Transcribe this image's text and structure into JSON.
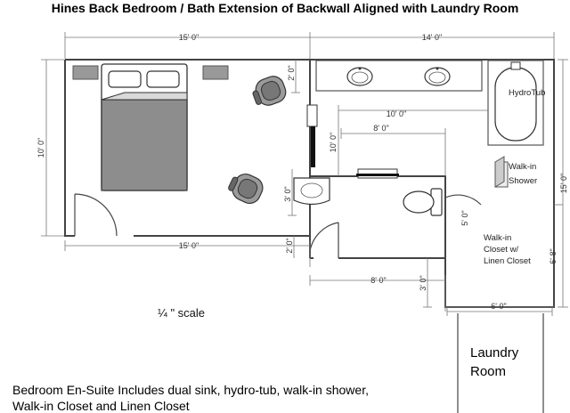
{
  "title": "Hines Back Bedroom / Bath Extension of Backwall Aligned with Laundry Room",
  "dimensions": {
    "bedroom_width_top": "15' 0\"",
    "bath_width_top": "14' 0\"",
    "bedroom_height": "10' 0\"",
    "bedroom_width_bottom": "15' 0\"",
    "closet_gap": "2' 0\"",
    "chair_gap": "3' 0\"",
    "sink_wall": "10' 0\"",
    "bath_depth": "10' 0\"",
    "toilet_room_width": "8' 0\"",
    "hall_width": "2' 0\"",
    "closet_width": "8' 0\"",
    "closet_depth": "3' 0\"",
    "door_offset": "5' 0\"",
    "right_total": "15' 0\"",
    "right_lower": "6' 8\"",
    "laundry_width": "6' 0\""
  },
  "labels": {
    "hydrotub": "HydroTub",
    "walkin_line1": "Walk-in",
    "walkin_line2": "Shower",
    "closet_line1": "Walk-in",
    "closet_line2": "Closet w/",
    "closet_line3": "Linen Closet",
    "laundry_line1": "Laundry",
    "laundry_line2": "Room"
  },
  "scale_note": "¼ \" scale",
  "caption_line1": "Bedroom En-Suite Includes dual sink, hydro-tub, walk-in shower,",
  "caption_line2": "Walk-in Closet and Linen Closet"
}
